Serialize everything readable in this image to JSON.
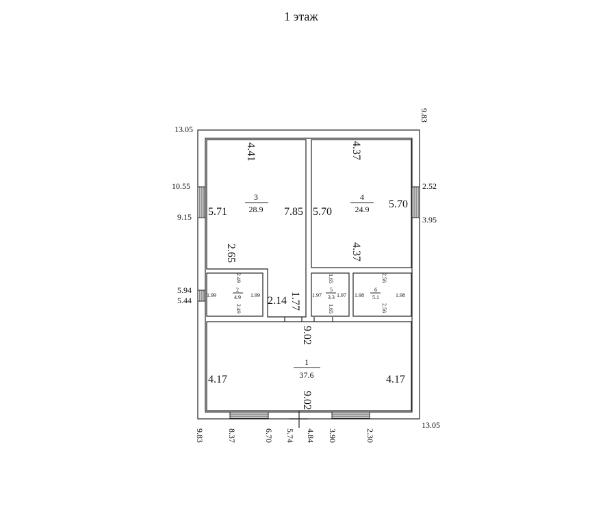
{
  "title": "1 этаж",
  "rooms": [
    {
      "number": "3",
      "area": "28.9"
    },
    {
      "number": "4",
      "area": "24.9"
    },
    {
      "number": "1",
      "area": "37.6"
    },
    {
      "number": "2",
      "area": "4.9"
    },
    {
      "number": "5",
      "area": "3.3"
    },
    {
      "number": "6",
      "area": "5.1"
    }
  ],
  "dims": {
    "room3_top": "4.41",
    "room3_left": "5.71",
    "room3_right": "7.85",
    "room3_bottom": "2.65",
    "room4_top": "4.37",
    "room4_left": "5.70",
    "room4_right": "5.70",
    "room4_bottom": "4.37",
    "hall_vertical": "2.14",
    "hall_horizontal": "1.77",
    "room2_top": "2.49",
    "room2_left": "1.99",
    "room2_right": "1.99",
    "room2_bottom": "2.49",
    "room5_top": "1.65",
    "room5_left": "1.97",
    "room5_right": "1.97",
    "room5_bottom": "1.65",
    "room6_top": "2.56",
    "room6_left": "1.98",
    "room6_right": "1.98",
    "room6_bottom": "2.56",
    "room1_top": "9.02",
    "room1_left": "4.17",
    "room1_right": "4.17",
    "room1_bottom": "9.02"
  },
  "outer_marks": {
    "top_left": "13.05",
    "top_right": "9.83",
    "bottom_right": "13.05",
    "bottom_left": "9.83",
    "left_window1_top": "10.55",
    "left_window1_bottom": "9.15",
    "left_window2_top": "5.94",
    "left_window2_bottom": "5.44",
    "right_window_top": "2.52",
    "right_window_bottom": "3.95",
    "bottom": [
      "8.37",
      "6.70",
      "5.74",
      "4.84",
      "3.90",
      "2.30"
    ]
  }
}
